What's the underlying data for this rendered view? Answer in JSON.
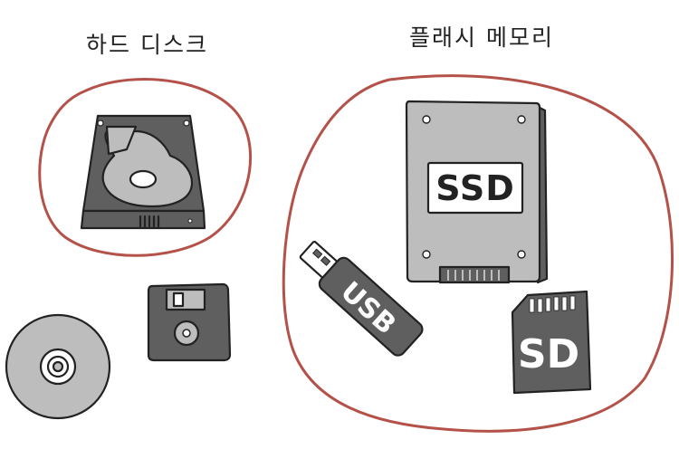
{
  "groups": {
    "hard_disk": {
      "title": "하드 디스크"
    },
    "flash_memory": {
      "title": "플래시 메모리"
    }
  },
  "devices": {
    "hdd": {
      "icon": "hard-disk-drive-icon"
    },
    "floppy": {
      "icon": "floppy-disk-icon"
    },
    "cd": {
      "icon": "optical-disc-icon"
    },
    "ssd": {
      "icon": "ssd-icon",
      "label": "SSD"
    },
    "usb": {
      "icon": "usb-drive-icon",
      "label": "USB"
    },
    "sd": {
      "icon": "sd-card-icon",
      "label": "SD"
    }
  },
  "colors": {
    "outline": "#b4524a",
    "ink": "#222222",
    "dark_gray": "#5f5f5f",
    "light_gray": "#bdbdbd"
  }
}
